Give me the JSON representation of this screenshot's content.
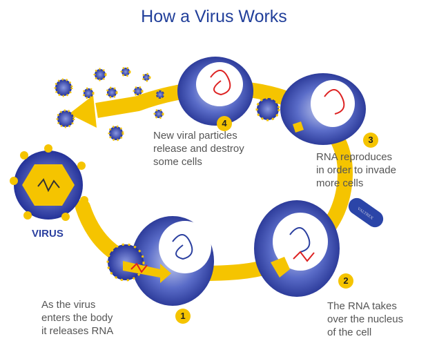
{
  "title": "How a Virus Works",
  "virus_label": "VIRUS",
  "steps": [
    {
      "number": "1",
      "text": [
        "As the virus",
        "enters the body",
        "it releases RNA"
      ]
    },
    {
      "number": "2",
      "text": [
        "The RNA takes",
        "over the nucleus",
        "of the cell"
      ]
    },
    {
      "number": "3",
      "text": [
        "RNA reproduces",
        "in order to invade",
        "more cells"
      ]
    },
    {
      "number": "4",
      "text": [
        "New viral particles",
        "release and destroy",
        "some cells"
      ]
    }
  ],
  "pill_lettering": "VALTREX",
  "colors": {
    "title": "#213f9a",
    "arrow": "#f5c400",
    "cell": "#2b3a9c",
    "rna": "#d22"
  }
}
